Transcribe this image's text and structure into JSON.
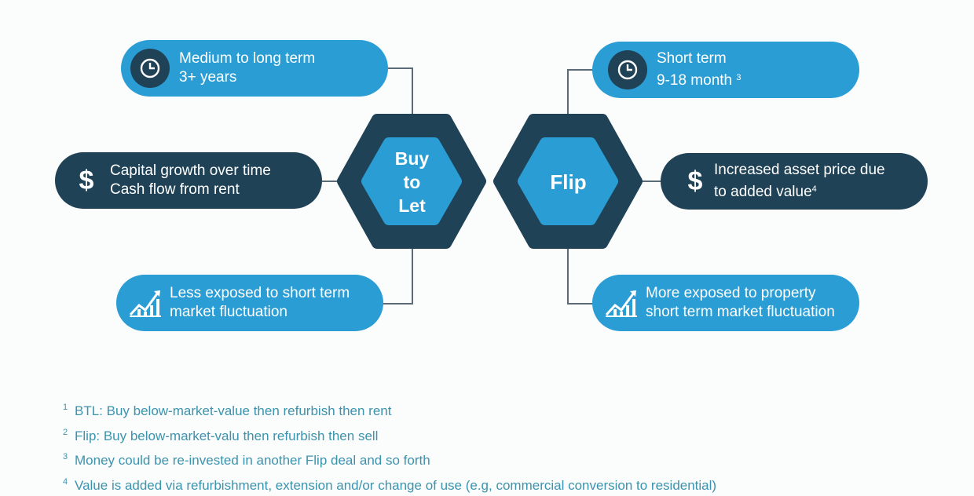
{
  "buy_to_let": {
    "title_lines": [
      "Buy",
      "to",
      "Let"
    ],
    "term": {
      "line1": "Medium to long term",
      "line2": "3+ years",
      "icon": "clock-icon"
    },
    "returns": {
      "line1": "Capital growth over time",
      "line2": "Cash flow from rent",
      "icon": "dollar-icon"
    },
    "risk": {
      "line1": "Less exposed to short term",
      "line2": "market fluctuation",
      "icon": "growth-chart-icon"
    }
  },
  "flip": {
    "title": "Flip",
    "term": {
      "line1": "Short term",
      "line2": "9-18 month",
      "footnote_ref": "3",
      "icon": "clock-icon"
    },
    "returns": {
      "line1": "Increased asset price due",
      "line2": "to added value",
      "footnote_ref": "4",
      "icon": "dollar-icon"
    },
    "risk": {
      "line1": "More exposed to property",
      "line2": "short term market fluctuation",
      "icon": "growth-chart-icon"
    }
  },
  "footnotes": [
    {
      "num": "1",
      "text": "BTL: Buy below-market-value then refurbish then rent"
    },
    {
      "num": "2",
      "text": "Flip: Buy below-market-valu then refurbish then sell"
    },
    {
      "num": "3",
      "text": "Money could be re-invested in another Flip deal and so forth"
    },
    {
      "num": "4",
      "text": "Value is added via refurbishment, extension and/or change of use (e.g, commercial conversion to residential)"
    }
  ],
  "colors": {
    "light_blue": "#2a9dd4",
    "dark_navy": "#1f4256",
    "footnote": "#3b93ad",
    "connector": "#5a6b77"
  }
}
